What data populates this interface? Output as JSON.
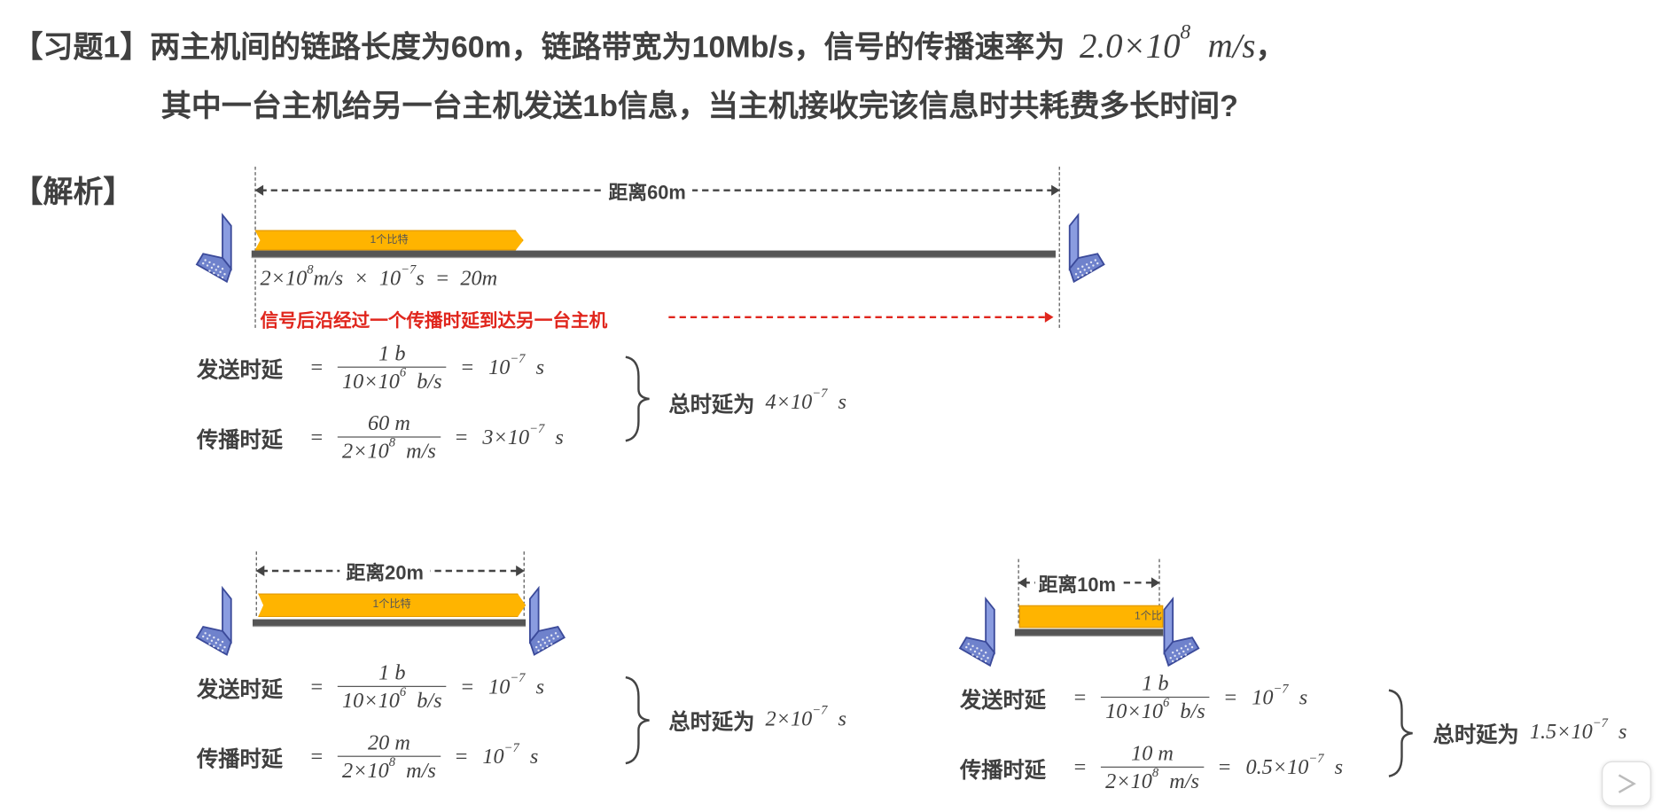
{
  "question": {
    "label": "【习题1】",
    "line1": "两主机间的链路长度为60m，链路带宽为10Mb/s，信号的传播速率为",
    "speed_base": "2.0×10",
    "speed_exp": "8",
    "speed_unit": "m/s",
    "line1_end": "，",
    "line2": "其中一台主机给另一台主机发送1b信息，当主机接收完该信息时共耗费多长时间?"
  },
  "analysis_label": "【解析】",
  "colors": {
    "bit": "#ffb400",
    "laptop": "#8a9ce0",
    "note": "#e0261d",
    "text": "#404040"
  },
  "icons": {
    "host": "laptop-icon",
    "overlay": "bilibili-tv-icon"
  },
  "scenarios": [
    {
      "distance": "距离60m",
      "bit": "1个比特",
      "calc": {
        "a_base": "2×10",
        "a_exp": "8",
        "a_unit": "m/s",
        "times": "×",
        "b_base": "10",
        "b_exp": "−7",
        "b_unit": "s",
        "eq": "=",
        "result": "20m"
      },
      "note": "信号后沿经过一个传播时延到达另一台主机",
      "send": {
        "label": "发送时延",
        "eq": "=",
        "num": "1  b",
        "den_base": "10×10",
        "den_exp": "6",
        "den_unit": "b/s",
        "eq2": "=",
        "res_base": "10",
        "res_exp": "−7",
        "res_unit": "s"
      },
      "prop": {
        "label": "传播时延",
        "eq": "=",
        "num": "60  m",
        "den_base": "2×10",
        "den_exp": "8",
        "den_unit": "m/s",
        "eq2": "=",
        "res_base": "3×10",
        "res_exp": "−7",
        "res_unit": "s"
      },
      "total": {
        "label": "总时延为",
        "base": "4×10",
        "exp": "−7",
        "unit": "s"
      }
    },
    {
      "distance": "距离20m",
      "bit": "1个比特",
      "send": {
        "label": "发送时延",
        "eq": "=",
        "num": "1  b",
        "den_base": "10×10",
        "den_exp": "6",
        "den_unit": "b/s",
        "eq2": "=",
        "res_base": "10",
        "res_exp": "−7",
        "res_unit": "s"
      },
      "prop": {
        "label": "传播时延",
        "eq": "=",
        "num": "20  m",
        "den_base": "2×10",
        "den_exp": "8",
        "den_unit": "m/s",
        "eq2": "=",
        "res_base": "10",
        "res_exp": "−7",
        "res_unit": "s"
      },
      "total": {
        "label": "总时延为",
        "base": "2×10",
        "exp": "−7",
        "unit": "s"
      }
    },
    {
      "distance": "距离10m",
      "bit": "1个比",
      "send": {
        "label": "发送时延",
        "eq": "=",
        "num": "1  b",
        "den_base": "10×10",
        "den_exp": "6",
        "den_unit": "b/s",
        "eq2": "=",
        "res_base": "10",
        "res_exp": "−7",
        "res_unit": "s"
      },
      "prop": {
        "label": "传播时延",
        "eq": "=",
        "num": "10  m",
        "den_base": "2×10",
        "den_exp": "8",
        "den_unit": "m/s",
        "eq2": "=",
        "res_base": "0.5×10",
        "res_exp": "−7",
        "res_unit": "s"
      },
      "total": {
        "label": "总时延为",
        "base": "1.5×10",
        "exp": "−7",
        "unit": "s"
      }
    }
  ]
}
